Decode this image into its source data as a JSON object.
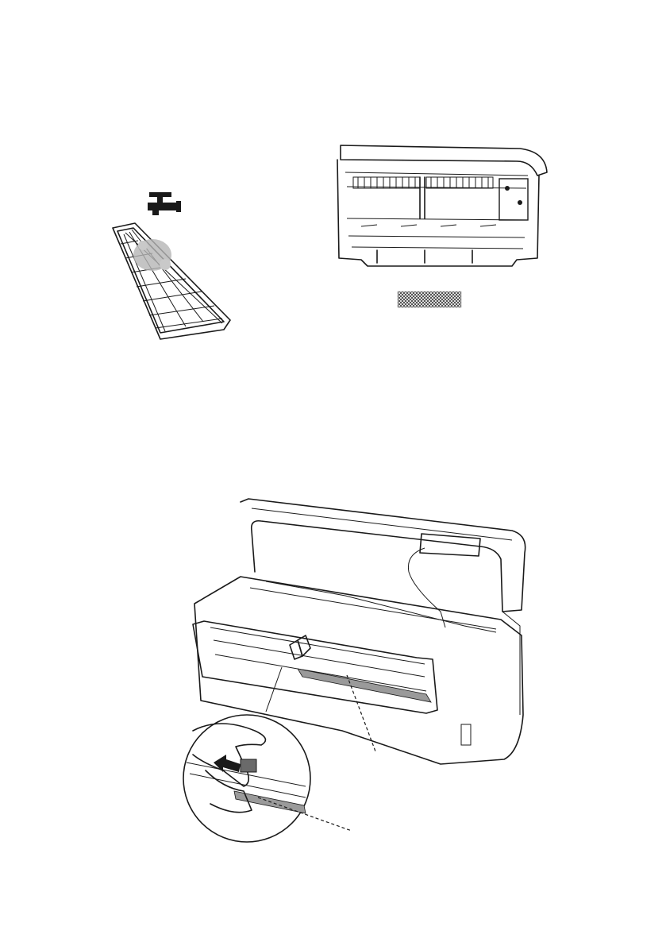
{
  "page": {
    "figures": [
      {
        "id": "filter-wash",
        "icons": [
          "water-tap-icon",
          "air-filter-icon"
        ]
      },
      {
        "id": "indoor-unit-open",
        "icons": [
          "indoor-unit-icon",
          "mesh-swatch-icon"
        ]
      },
      {
        "id": "filter-removal",
        "icons": [
          "indoor-unit-icon",
          "hand-icon",
          "arrow-left-icon"
        ]
      }
    ],
    "colors": {
      "line": "#1a1a1a",
      "shade": "#9a9a9a",
      "background": "#ffffff"
    }
  }
}
